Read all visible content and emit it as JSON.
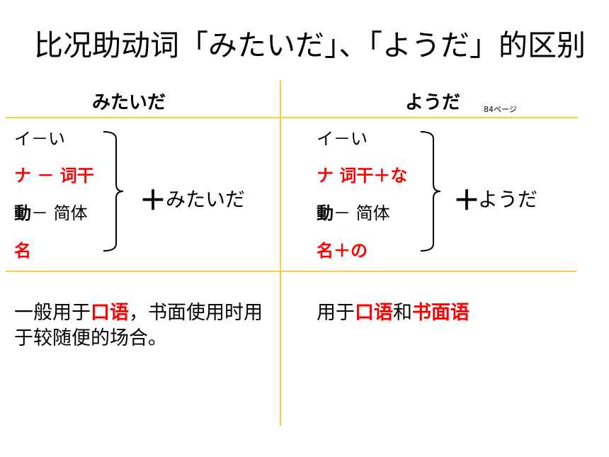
{
  "title": "比况助动词「みたいだ」、「ようだ」的区别",
  "left": {
    "header": "みたいだ",
    "rows": {
      "i_adj": "イ－い",
      "na_adj": "ナ － 词干",
      "verb_prefix": "動",
      "verb_suffix": "－ 简体",
      "noun": "名"
    },
    "plus": "＋",
    "result": "みたいだ",
    "note": {
      "part1": "一般用于",
      "highlight": "口语",
      "part2": "，书面使用时用于较随便的场合。"
    }
  },
  "right": {
    "header": "ようだ",
    "page_ref": "84ページ",
    "rows": {
      "i_adj": "イ－い",
      "na_adj": "ナ  词干＋な",
      "verb_prefix": "動",
      "verb_suffix": "－ 简体",
      "noun": "名＋の"
    },
    "plus": "＋",
    "result": "ようだ",
    "note": {
      "part1": "用于",
      "highlight1": "口语",
      "part2": "和",
      "highlight2": "书面语"
    }
  },
  "colors": {
    "accent_line": "#ffcc33",
    "highlight": "#ff0000"
  }
}
